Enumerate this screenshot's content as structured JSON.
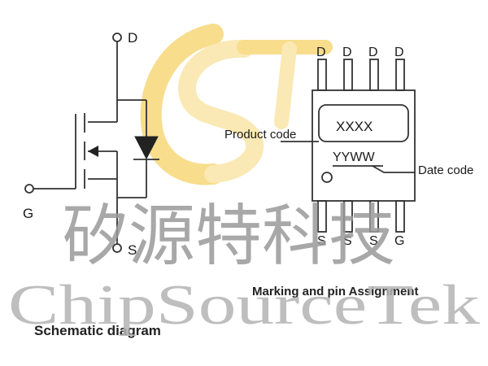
{
  "schematic": {
    "drain_label": "D",
    "gate_label": "G",
    "source_label": "S",
    "caption": "Schematic diagram"
  },
  "package": {
    "top_pins": [
      "D",
      "D",
      "D",
      "D"
    ],
    "bottom_pins": [
      "S",
      "S",
      "S",
      "G"
    ],
    "product_code_label": "Product code",
    "product_code_value": "XXXX",
    "date_code_label": "Date code",
    "date_code_value": "YYWW",
    "caption": "Marking and pin Assignment"
  },
  "watermark": {
    "chinese_text": "矽源特科技",
    "english_text": "ChipSourceTek",
    "logo_colors": [
      "#f2c230",
      "#f6d87a"
    ]
  }
}
